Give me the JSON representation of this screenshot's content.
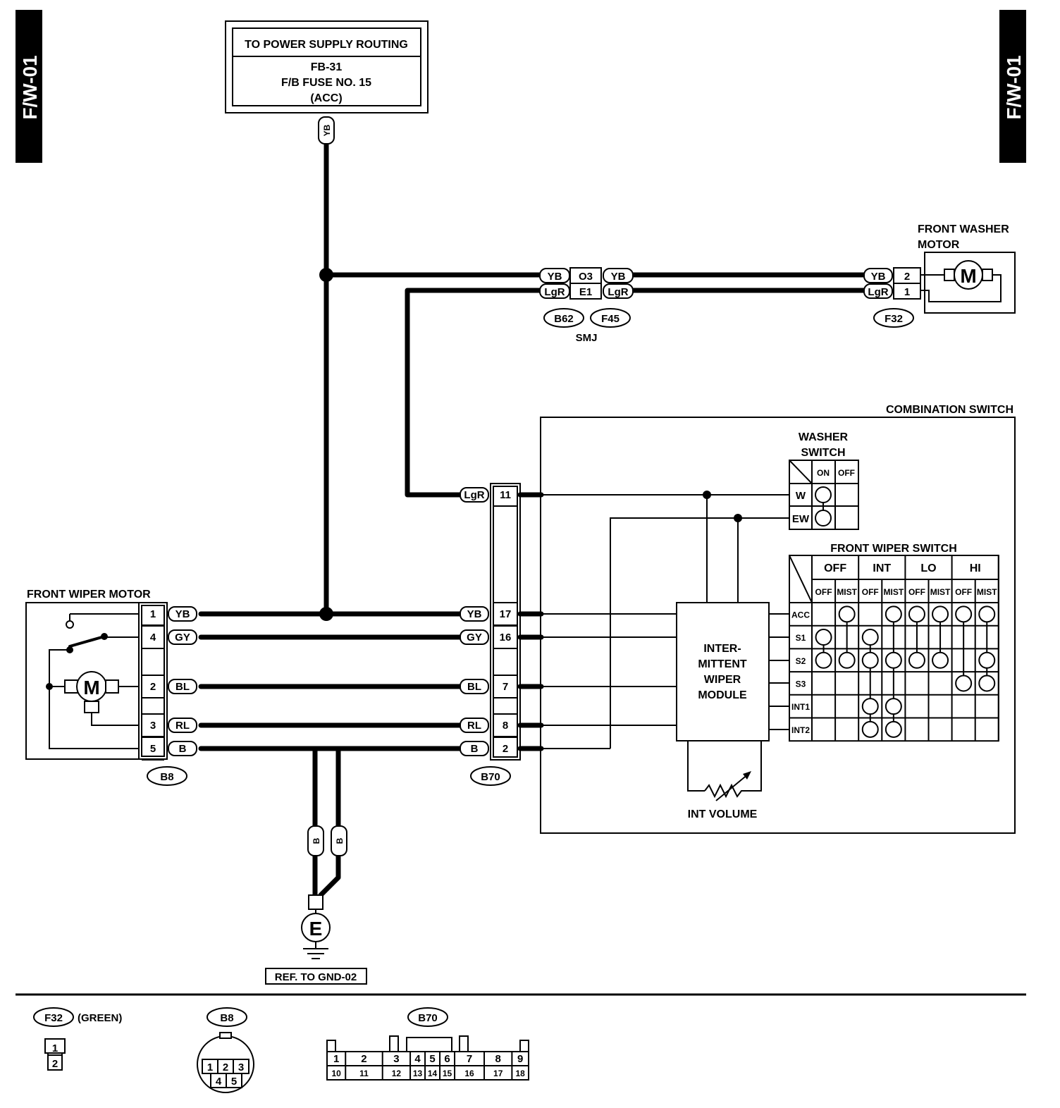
{
  "page_tags": {
    "left": "F/W-01",
    "right": "F/W-01"
  },
  "power_box": {
    "header": "TO POWER SUPPLY ROUTING",
    "line1": "FB-31",
    "line2": "F/B FUSE NO. 15",
    "line3": "(ACC)"
  },
  "labels": {
    "front_washer_motor_1": "FRONT WASHER",
    "front_washer_motor_2": "MOTOR",
    "combination_switch": "COMBINATION SWITCH",
    "washer_switch_1": "WASHER",
    "washer_switch_2": "SWITCH",
    "front_wiper_switch": "FRONT WIPER SWITCH",
    "front_wiper_motor": "FRONT WIPER MOTOR",
    "int_volume": "INT VOLUME",
    "module_lines": [
      "INTER-",
      "MITTENT",
      "WIPER",
      "MODULE"
    ],
    "smj": "SMJ",
    "ground_ref": "REF. TO GND-02",
    "ground_symbol": "E",
    "motor_symbol": "M",
    "f32_color": "(GREEN)"
  },
  "connector_ids": {
    "b62": "B62",
    "f45": "F45",
    "f32": "F32",
    "b8": "B8",
    "b70": "B70"
  },
  "wires": {
    "yb": "YB",
    "lgr": "LgR",
    "gy": "GY",
    "bl": "BL",
    "rl": "RL",
    "b": "B"
  },
  "smj_pins": {
    "top": "O3",
    "bottom": "E1"
  },
  "f32_pins": {
    "top": "2",
    "bottom": "1"
  },
  "b8_pins": [
    "1",
    "4",
    "2",
    "3",
    "5"
  ],
  "b70_pins": [
    "11",
    "17",
    "16",
    "7",
    "8",
    "2"
  ],
  "washer_switch": {
    "cols": [
      "ON",
      "OFF"
    ],
    "rows": [
      "W",
      "EW"
    ]
  },
  "wiper_switch": {
    "modes": [
      "OFF",
      "INT",
      "LO",
      "HI"
    ],
    "sub": [
      "OFF",
      "MIST",
      "OFF",
      "MIST",
      "OFF",
      "MIST",
      "OFF",
      "MIST"
    ],
    "rows": [
      "ACC",
      "S1",
      "S2",
      "S3",
      "INT1",
      "INT2"
    ]
  },
  "b70_layout": {
    "top": [
      "1",
      "2",
      "3",
      "4",
      "5",
      "6",
      "7",
      "8",
      "9"
    ],
    "bottom": [
      "10",
      "11",
      "12",
      "13",
      "14",
      "15",
      "16",
      "17",
      "18"
    ]
  },
  "b8_layout": {
    "top": [
      "1",
      "2",
      "3"
    ],
    "bottom": [
      "4",
      "5"
    ]
  },
  "f32_layout": [
    "1",
    "2"
  ]
}
